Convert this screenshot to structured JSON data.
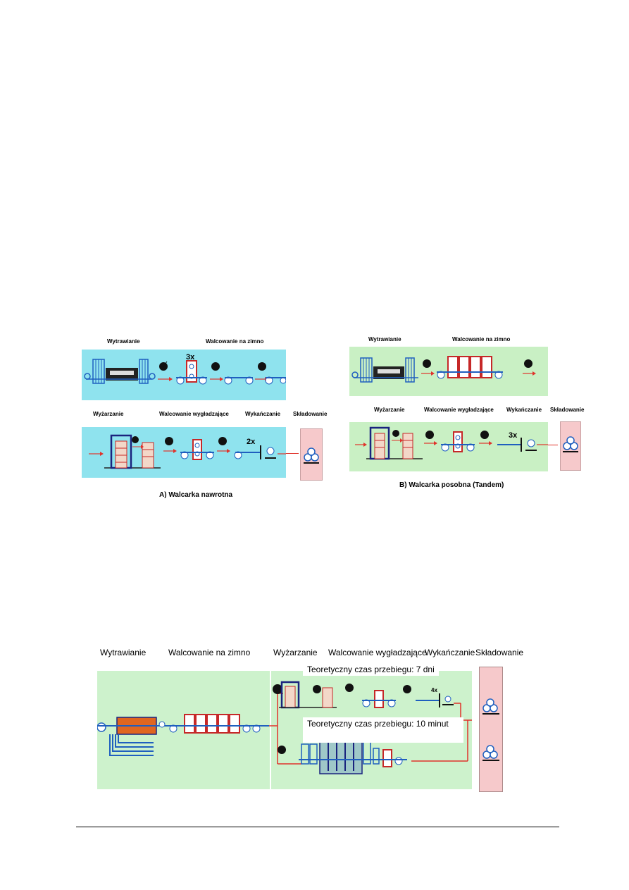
{
  "diagram_a": {
    "top_labels": {
      "pickling": "Wytrawianie",
      "cold_rolling": "Walcowanie na zimno"
    },
    "passes": "3x",
    "bottom_labels": {
      "annealing": "Wyżarzanie",
      "temper_rolling": "Walcowanie wygładzające",
      "finishing": "Wykańczanie",
      "storage": "Składowanie"
    },
    "finishing_passes": "2x",
    "caption": "A)  Walcarka nawrotna",
    "colors": {
      "panel": "#8fe3ee",
      "storage": "#f6c9cb"
    }
  },
  "diagram_b": {
    "top_labels": {
      "pickling": "Wytrawianie",
      "cold_rolling": "Walcowanie na zimno"
    },
    "bottom_labels": {
      "annealing": "Wyżarzanie",
      "temper_rolling": "Walcowanie wygładzające",
      "finishing": "Wykańczanie",
      "storage": "Składowanie"
    },
    "finishing_passes": "3x",
    "caption": "B)  Walcarka posobna (Tandem)",
    "colors": {
      "panel": "#c9f0c4",
      "storage": "#f6c9cb"
    }
  },
  "diagram_c": {
    "labels": {
      "pickling": "Wytrawianie",
      "cold_rolling": "Walcowanie na zimno",
      "annealing": "Wyżarzanie",
      "temper_rolling": "Walcowanie wygładzające",
      "finishing": "Wykańczanie",
      "storage": "Składowanie"
    },
    "note_top": "Teoretyczny czas przebiegu: 7 dni",
    "note_bottom": "Teoretyczny czas przebiegu: 10 minut",
    "finishing_passes": "4x",
    "colors": {
      "panel": "#cdf2cc",
      "storage": "#f6c9cb",
      "flow": "#e0332b",
      "strip": "#1f5fbf"
    }
  }
}
